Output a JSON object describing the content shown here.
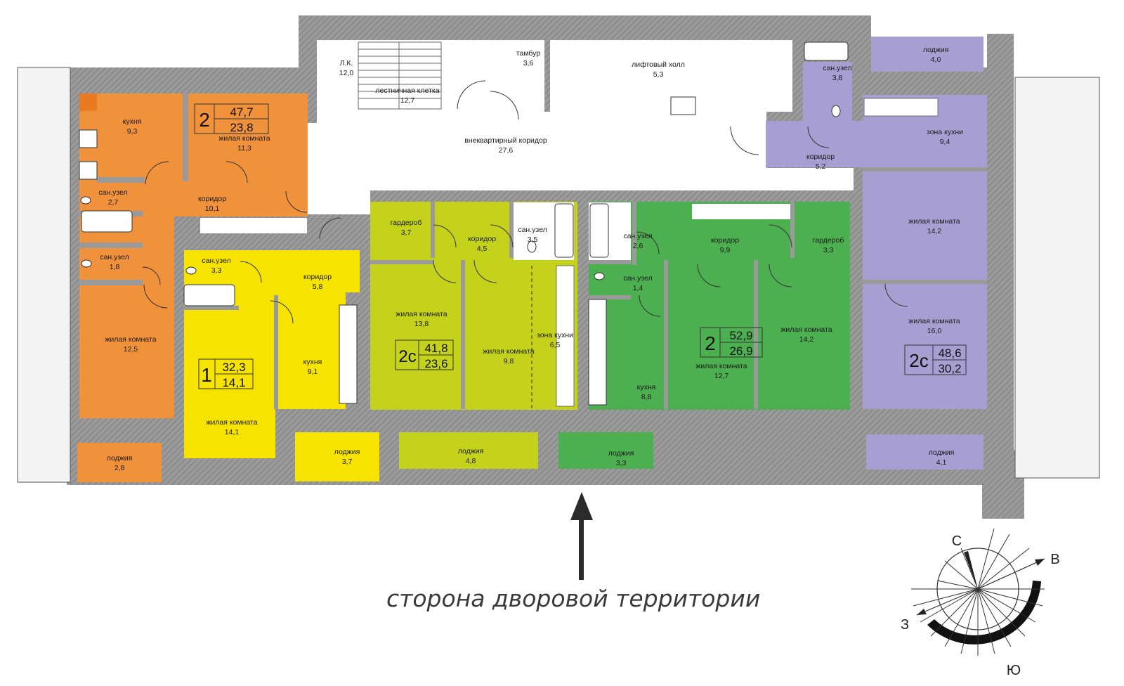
{
  "apartments": [
    {
      "id": "apt-a",
      "rooms": "2",
      "area_total": "47,7",
      "area_living": "23,8",
      "color": "#f0913c"
    },
    {
      "id": "apt-b",
      "rooms": "1",
      "area_total": "32,3",
      "area_living": "14,1",
      "color": "#f7e300"
    },
    {
      "id": "apt-c",
      "rooms": "2с",
      "area_total": "41,8",
      "area_living": "23,6",
      "color": "#c5d21c"
    },
    {
      "id": "apt-d",
      "rooms": "2",
      "area_total": "52,9",
      "area_living": "26,9",
      "color": "#4caf50"
    },
    {
      "id": "apt-e",
      "rooms": "2с",
      "area_total": "48,6",
      "area_living": "30,2",
      "color": "#a79fd1"
    }
  ],
  "rooms": {
    "a_kitchen": {
      "name": "кухня",
      "area": "9,3"
    },
    "a_living1": {
      "name": "жилая комната",
      "area": "11,3"
    },
    "a_bath1": {
      "name": "сан.узел",
      "area": "2,7"
    },
    "a_corridor": {
      "name": "коридор",
      "area": "10,1"
    },
    "a_bath2": {
      "name": "сан.узел",
      "area": "1,8"
    },
    "a_living2": {
      "name": "жилая комната",
      "area": "12,5"
    },
    "a_loggia": {
      "name": "лоджия",
      "area": "2,8"
    },
    "b_bath": {
      "name": "сан.узел",
      "area": "3,3"
    },
    "b_corridor": {
      "name": "коридор",
      "area": "5,8"
    },
    "b_kitchen": {
      "name": "кухня",
      "area": "9,1"
    },
    "b_living": {
      "name": "жилая комната",
      "area": "14,1"
    },
    "b_loggia": {
      "name": "лоджия",
      "area": "3,7"
    },
    "c_wardrobe": {
      "name": "гардероб",
      "area": "3,7"
    },
    "c_corridor": {
      "name": "коридор",
      "area": "4,5"
    },
    "c_bath": {
      "name": "сан.узел",
      "area": "3,5"
    },
    "c_living1": {
      "name": "жилая комната",
      "area": "13,8"
    },
    "c_living2": {
      "name": "жилая комната",
      "area": "9,8"
    },
    "c_kitchen": {
      "name": "зона кухни",
      "area": "6,5"
    },
    "c_loggia": {
      "name": "лоджия",
      "area": "4,8"
    },
    "d_bath1": {
      "name": "сан.узел",
      "area": "2,6"
    },
    "d_bath2": {
      "name": "сан.узел",
      "area": "1,4"
    },
    "d_corridor": {
      "name": "коридор",
      "area": "9,9"
    },
    "d_wardrobe": {
      "name": "гардероб",
      "area": "3,3"
    },
    "d_kitchen": {
      "name": "кухня",
      "area": "8,8"
    },
    "d_living1": {
      "name": "жилая комната",
      "area": "12,7"
    },
    "d_living2": {
      "name": "жилая комната",
      "area": "14,2"
    },
    "d_loggia": {
      "name": "лоджия",
      "area": "3,3"
    },
    "e_loggia1": {
      "name": "лоджия",
      "area": "4,0"
    },
    "e_bath": {
      "name": "сан.узел",
      "area": "3,8"
    },
    "e_corridor": {
      "name": "коридор",
      "area": "5,2"
    },
    "e_kitchen": {
      "name": "зона кухни",
      "area": "9,4"
    },
    "e_living1": {
      "name": "жилая комната",
      "area": "14,2"
    },
    "e_living2": {
      "name": "жилая комната",
      "area": "16,0"
    },
    "e_loggia2": {
      "name": "лоджия",
      "area": "4,1"
    },
    "lk": {
      "name": "Л.К.",
      "area": "12,0"
    },
    "stair": {
      "name": "лестничная клетка",
      "area": "12,7"
    },
    "tambur": {
      "name": "тамбур",
      "area": "3,6"
    },
    "lift": {
      "name": "лифтовый холл",
      "area": "5,3"
    },
    "hall": {
      "name": "внеквартирный коридор",
      "area": "27,6"
    }
  },
  "caption": "сторона дворовой территории",
  "compass": {
    "north": "С",
    "east": "В",
    "west": "З",
    "south": "Ю"
  }
}
